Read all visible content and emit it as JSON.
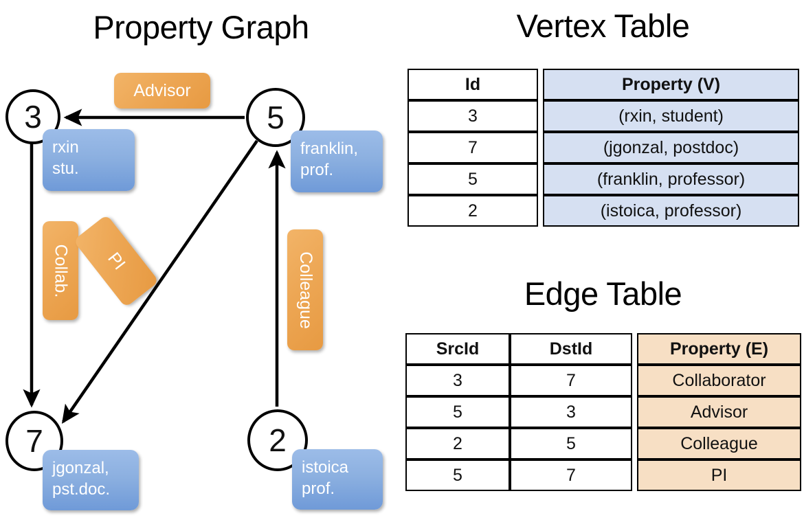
{
  "graph": {
    "title": "Property Graph",
    "nodes": [
      {
        "id": "3",
        "name": "node-3",
        "property": "rxin\nstu."
      },
      {
        "id": "5",
        "name": "node-5",
        "property": "franklin,\nprof."
      },
      {
        "id": "7",
        "name": "node-7",
        "property": "jgonzal,\npst.doc."
      },
      {
        "id": "2",
        "name": "node-2",
        "property": "istoica\nprof."
      }
    ],
    "edge_labels": [
      {
        "name": "advisor",
        "text": "Advisor"
      },
      {
        "name": "collab",
        "text": "Collab."
      },
      {
        "name": "pi",
        "text": "PI"
      },
      {
        "name": "colleague",
        "text": "Colleague"
      }
    ],
    "edges": [
      {
        "src": "5",
        "dst": "3",
        "label": "Advisor"
      },
      {
        "src": "3",
        "dst": "7",
        "label": "Collab."
      },
      {
        "src": "5",
        "dst": "7",
        "label": "PI"
      },
      {
        "src": "2",
        "dst": "5",
        "label": "Colleague"
      }
    ],
    "colors": {
      "node_fill": "#ffffff",
      "node_stroke": "#000000",
      "property_box": "#8cb0e0",
      "edge_label_box": "#eda755",
      "edge_stroke": "#000000"
    }
  },
  "vertex_table": {
    "title": "Vertex Table",
    "columns": [
      "Id",
      "Property (V)"
    ],
    "rows": [
      {
        "id": "3",
        "property": "(rxin, student)"
      },
      {
        "id": "7",
        "property": "(jgonzal, postdoc)"
      },
      {
        "id": "5",
        "property": "(franklin, professor)"
      },
      {
        "id": "2",
        "property": "(istoica, professor)"
      }
    ],
    "property_column_color": "#d6e0f2"
  },
  "edge_table": {
    "title": "Edge Table",
    "columns": [
      "SrcId",
      "DstId",
      "Property (E)"
    ],
    "rows": [
      {
        "srcid": "3",
        "dstid": "7",
        "property": "Collaborator"
      },
      {
        "srcid": "5",
        "dstid": "3",
        "property": "Advisor"
      },
      {
        "srcid": "2",
        "dstid": "5",
        "property": "Colleague"
      },
      {
        "srcid": "5",
        "dstid": "7",
        "property": "PI"
      }
    ],
    "property_column_color": "#f7dfc4"
  }
}
